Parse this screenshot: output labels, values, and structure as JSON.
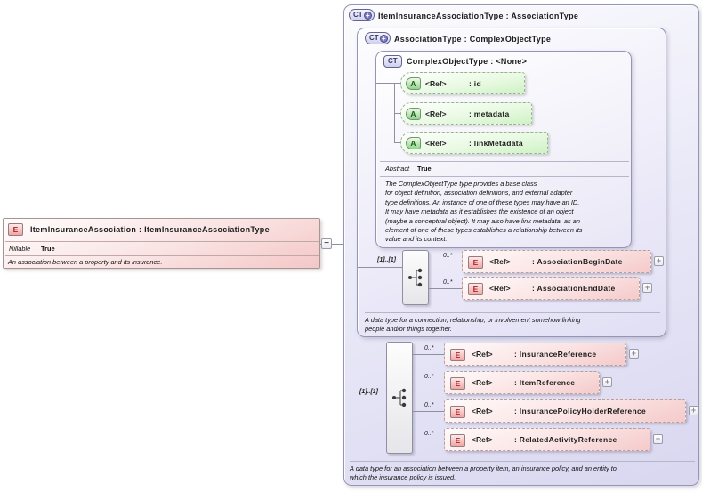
{
  "icons": {
    "collapse": "−",
    "expand": "+",
    "derived": "+"
  },
  "element": {
    "badge": "E",
    "title": "ItemInsuranceAssociation : ItemInsuranceAssociationType",
    "properties": [
      {
        "label": "Nillable",
        "value": "True"
      }
    ],
    "documentation": "An association between a property and its insurance."
  },
  "type": {
    "badge": "CT",
    "title": "ItemInsuranceAssociationType : AssociationType",
    "documentation": "A data type for an association between a property item, an insurance policy, and an entity to\nwhich the insurance policy is issued.",
    "sequence": {
      "cardinality": "[1]..[1]",
      "elements": [
        {
          "cardinality": "0..*",
          "badge": "E",
          "ref": "<Ref>",
          "name": ": InsuranceReference"
        },
        {
          "cardinality": "0..*",
          "badge": "E",
          "ref": "<Ref>",
          "name": ": ItemReference"
        },
        {
          "cardinality": "0..*",
          "badge": "E",
          "ref": "<Ref>",
          "name": ": InsurancePolicyHolderReference"
        },
        {
          "cardinality": "0..*",
          "badge": "E",
          "ref": "<Ref>",
          "name": ": RelatedActivityReference"
        }
      ]
    },
    "base": {
      "badge": "CT",
      "title": "AssociationType : ComplexObjectType",
      "documentation": "A data type for a connection, relationship, or involvement somehow linking\npeople and/or things together.",
      "sequence": {
        "cardinality": "[1]..[1]",
        "elements": [
          {
            "cardinality": "0..*",
            "badge": "E",
            "ref": "<Ref>",
            "name": ": AssociationBeginDate"
          },
          {
            "cardinality": "0..*",
            "badge": "E",
            "ref": "<Ref>",
            "name": ": AssociationEndDate"
          }
        ]
      },
      "base": {
        "badge": "CT",
        "title": "ComplexObjectType : <None>",
        "attributes": [
          {
            "badge": "A",
            "ref": "<Ref>",
            "name": ": id"
          },
          {
            "badge": "A",
            "ref": "<Ref>",
            "name": ": metadata"
          },
          {
            "badge": "A",
            "ref": "<Ref>",
            "name": ": linkMetadata"
          }
        ],
        "properties": [
          {
            "label": "Abstract",
            "value": "True"
          }
        ],
        "documentation": "The ComplexObjectType type provides a base class\nfor object definition, association definitions, and external adapter\ntype definitions. An instance of one of these types may have an ID.\nIt may have metadata as it establishes the existence of an object\n(maybe a conceptual object). It may also have link metadata, as an\nelement of one of these types establishes a relationship between its\nvalue and its context."
      }
    }
  },
  "colors": {
    "accent_purple": "#6868a8",
    "element_pink": "#f5caca",
    "attribute_green": "#cff2c5",
    "type_lavender": "#d9d7f0"
  }
}
